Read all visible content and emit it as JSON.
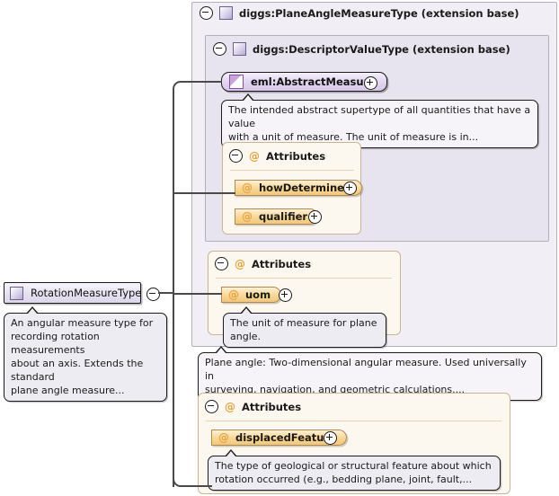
{
  "diagram": {
    "kind": "xml-schema-type-diagram",
    "root_node": {
      "label": "RotationMeasureType",
      "icon": "complex-type-icon",
      "toggle": "collapse-minus-icon",
      "annotation": "An angular measure type for\nrecording rotation measurements\nabout an axis. Extends the standard\nplane angle measure..."
    },
    "containers": [
      {
        "id": "plane-angle",
        "label": "diggs:PlaneAngleMeasureType (extension base)",
        "icon": "complex-type-icon",
        "toggle": "collapse-minus-icon"
      },
      {
        "id": "descriptor-value",
        "label": "diggs:DescriptorValueType (extension base)",
        "icon": "complex-type-icon",
        "toggle": "collapse-minus-icon"
      }
    ],
    "element_node": {
      "label": "eml:AbstractMeasure",
      "icon": "abstract-element-icon",
      "expand": "expand-plus-icon",
      "annotation": "The intended abstract supertype of all quantities that have a value\nwith a unit of measure. The unit of measure is in..."
    },
    "attribute_groups": [
      {
        "id": "descriptor-attributes",
        "header": "Attributes",
        "header_icon": "at-sign-icon",
        "toggle": "collapse-minus-icon",
        "attributes": [
          {
            "name": "howDetermined",
            "expand": "expand-plus-icon",
            "annotation": ""
          },
          {
            "name": "qualifier",
            "expand": "expand-plus-icon",
            "annotation": ""
          }
        ]
      },
      {
        "id": "plane-angle-attributes",
        "header": "Attributes",
        "header_icon": "at-sign-icon",
        "toggle": "collapse-minus-icon",
        "attributes": [
          {
            "name": "uom",
            "expand": "expand-plus-icon",
            "annotation": "The unit of measure for plane angle."
          }
        ]
      },
      {
        "id": "rotation-attributes",
        "header": "Attributes",
        "header_icon": "at-sign-icon",
        "toggle": "collapse-minus-icon",
        "attributes": [
          {
            "name": "displacedFeature",
            "expand": "expand-plus-icon",
            "annotation": "The type of geological or structural feature about which\nrotation occurred (e.g., bedding plane, joint, fault,..."
          }
        ]
      }
    ],
    "annotations": {
      "plane_angle_doc": "Plane angle: Two-dimensional angular measure. Used universally in\nsurveying, navigation, and geometric calculations...."
    },
    "colors": {
      "container_outer": "#f1eef6",
      "container_inner": "#e8e4ef",
      "attribute_group_bg": "#fdf8ef",
      "attribute_pill": "#f8d99a",
      "element_node": "#ddd6ec",
      "connector": "#4a4a4a",
      "at_sign": "#e8a33d"
    }
  }
}
